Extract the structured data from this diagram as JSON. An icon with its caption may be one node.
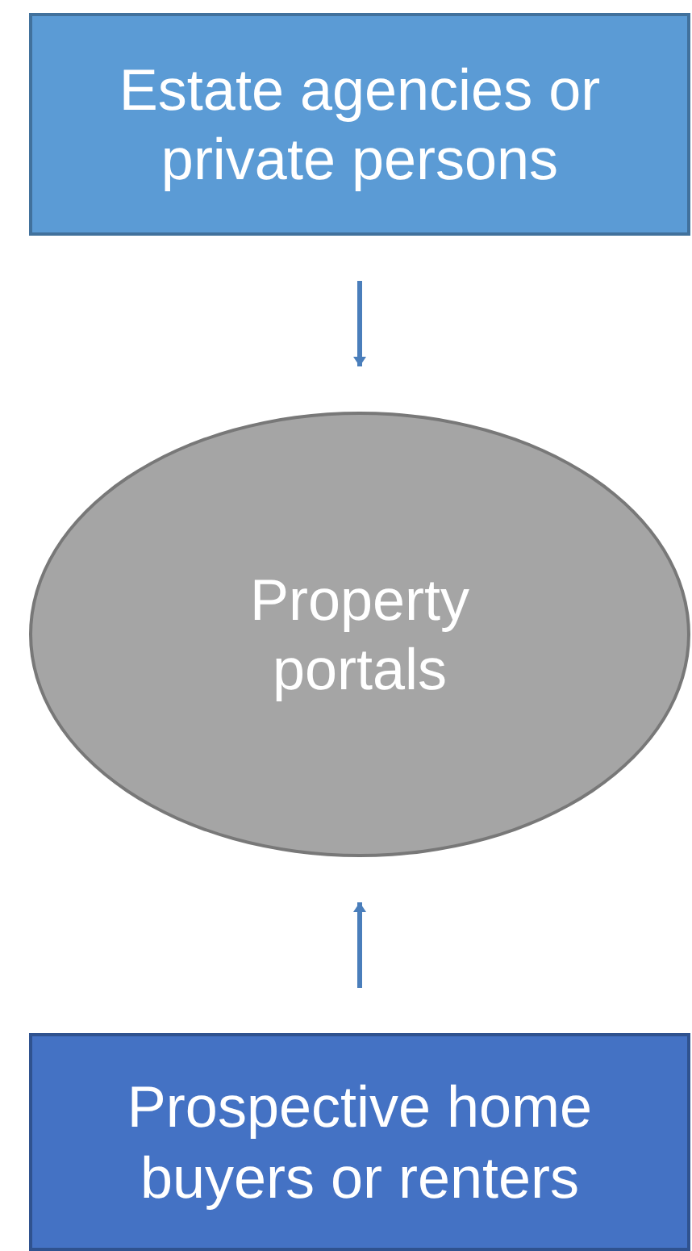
{
  "diagram": {
    "nodes": [
      {
        "text": [
          "Estate agencies or private persons"
        ]
      },
      {
        "text": [
          "Property portals"
        ]
      },
      {
        "text": [
          "Prospective home buyers or renters"
        ]
      }
    ],
    "edges": [
      {
        "from": 0,
        "to": 1,
        "arrow": "to"
      },
      {
        "from": 2,
        "to": 1,
        "arrow": "to"
      }
    ]
  }
}
